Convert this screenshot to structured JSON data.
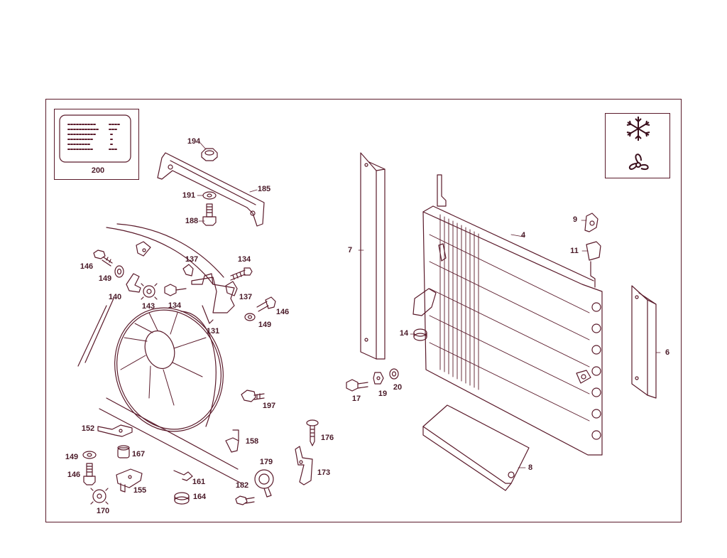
{
  "labels": {
    "p4": "4",
    "p6": "6",
    "p7": "7",
    "p8": "8",
    "p9": "9",
    "p11": "11",
    "p14": "14",
    "p17": "17",
    "p19": "19",
    "p20": "20",
    "p131": "131",
    "p134a": "134",
    "p134b": "134",
    "p137a": "137",
    "p137b": "137",
    "p140": "140",
    "p143": "143",
    "p146a": "146",
    "p146b": "146",
    "p146c": "146",
    "p149a": "149",
    "p149b": "149",
    "p149c": "149",
    "p152": "152",
    "p155": "155",
    "p158": "158",
    "p161": "161",
    "p164": "164",
    "p167": "167",
    "p170": "170",
    "p173": "173",
    "p176": "176",
    "p179": "179",
    "p182": "182",
    "p185": "185",
    "p188": "188",
    "p191": "191",
    "p194": "194",
    "p197": "197",
    "p200": "200"
  },
  "symbols": [
    "snowflake-icon",
    "fan-icon"
  ],
  "colors": {
    "line": "#5a1a2a",
    "text": "#4a1a28",
    "background": "#ffffff"
  }
}
